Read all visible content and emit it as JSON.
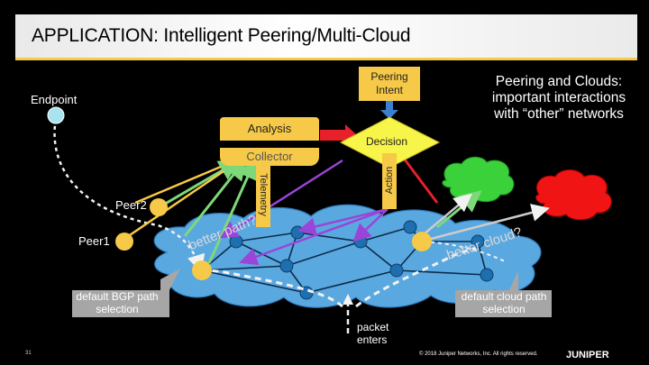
{
  "title": "APPLICATION: Intelligent Peering/Multi-Cloud",
  "endpoint_label": "Endpoint",
  "peering_intent": "Peering Intent",
  "analysis": "Analysis",
  "collector": "Collector",
  "decision": "Decision",
  "telemetry": "Telemetry",
  "action": "Action",
  "peer2": "Peer2",
  "peer1": "Peer1",
  "better_path": "better path?",
  "better_cloud": "better cloud?",
  "default_bgp": "default BGP path selection",
  "default_cloud": "default cloud path selection",
  "packet_enters": "packet enters",
  "callout": "Peering and Clouds: important interactions with “other” networks",
  "page_number": "31",
  "copyright": "© 2018 Juniper Networks, Inc. All rights reserved.",
  "colors": {
    "banner_accent": "#f7c948",
    "yellow": "#f7c948",
    "network_cloud": "#5aa8e0",
    "endpoint": "#a8e4f0",
    "router": "#1e6fb0",
    "green_cloud": "#3bd13b",
    "red_cloud": "#f01414",
    "purple": "#9a45d8",
    "green_arrow": "#7ed87a",
    "red_arrow": "#e8202a"
  }
}
